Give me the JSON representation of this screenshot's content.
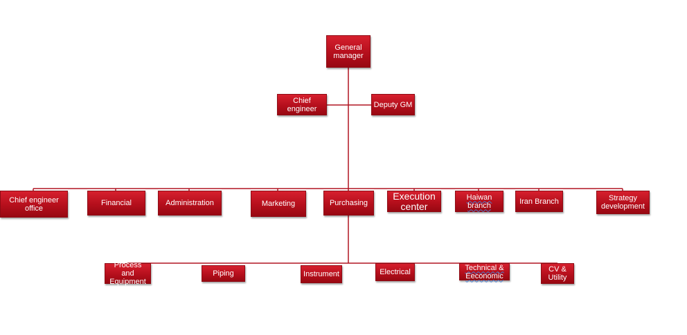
{
  "nodes": {
    "general_manager": "General manager",
    "chief_engineer": "Chief engineer",
    "deputy_gm": "Deputy GM",
    "chief_engineer_office": "Chief engineer office",
    "financial": "Financial",
    "administration": "Administration",
    "marketing": "Marketing",
    "purchasing": "Purchasing",
    "execution_center": "Execution center",
    "haiwan_branch": "Haiwan branch",
    "iran_branch": "Iran Branch",
    "strategy_development": "Strategy development",
    "process_and_equipment": "Process and Equipment",
    "piping": "Piping",
    "instrument": "Instrument",
    "electrical": "Electrical",
    "technical_economic": "Technical & Eeconomic",
    "cv_utility": "CV & Utility"
  },
  "colors": {
    "box": "#c0101c",
    "line": "#b01420",
    "text": "#ffffff"
  }
}
